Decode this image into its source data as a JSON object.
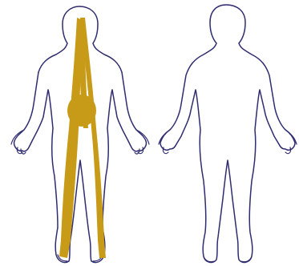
{
  "diagram": {
    "views": [
      {
        "name": "front-view",
        "marked": true
      },
      {
        "name": "back-view",
        "marked": false
      }
    ],
    "colors": {
      "background": "#ffffff",
      "outline": "#2f2c6f",
      "marking": "#c79a17"
    },
    "marking": {
      "view": "front-view",
      "shape": "two long overlapping vertical strokes from the head to the feet, with a round filled patch on the upper abdomen"
    }
  }
}
